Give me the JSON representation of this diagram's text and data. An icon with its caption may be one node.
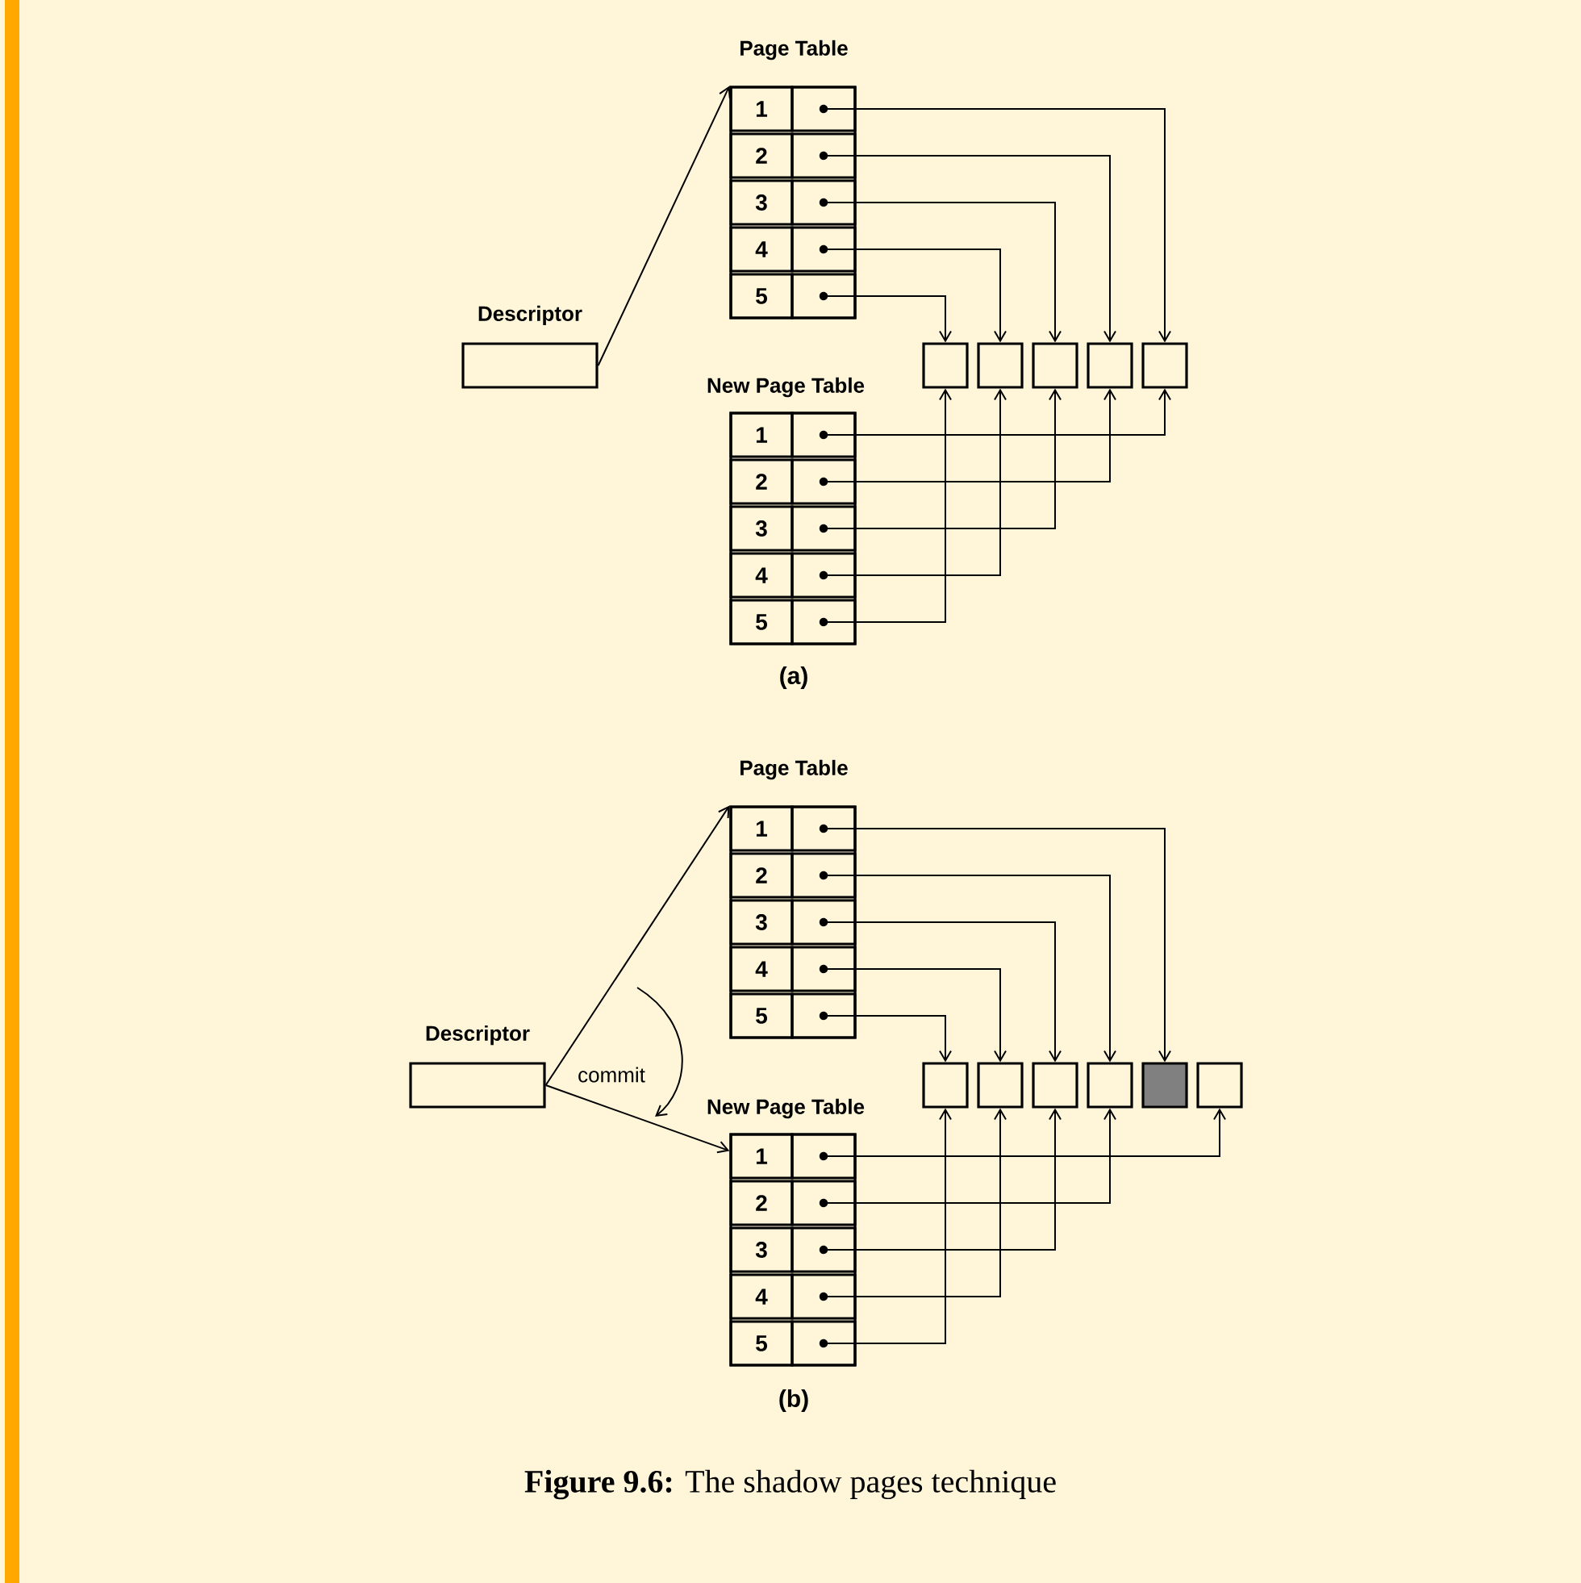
{
  "diagram": {
    "caption": "**Figure 9.6:** The shadow pages technique",
    "nodes": [
      {
        "text": [
          "Page Table"
        ]
      },
      {
        "text": [
          "1"
        ],
        "in": 0
      },
      {
        "text": [],
        "shape": "box",
        "in": 0
      },
      {
        "text": [
          "2"
        ],
        "in": 0
      },
      {
        "text": [],
        "shape": "box",
        "in": 0
      },
      {
        "text": [
          "3"
        ],
        "in": 0
      },
      {
        "text": [],
        "shape": "box",
        "in": 0
      },
      {
        "text": [
          "4"
        ],
        "in": 0
      },
      {
        "text": [],
        "shape": "box",
        "in": 0
      },
      {
        "text": [
          "5"
        ],
        "in": 0
      },
      {
        "text": [],
        "shape": "box",
        "in": 0
      },
      {
        "text": [
          "Descriptor"
        ]
      },
      {
        "text": [],
        "shape": "box"
      },
      {
        "text": [],
        "shape": "box"
      },
      {
        "text": [],
        "shape": "box"
      },
      {
        "text": [],
        "shape": "box"
      },
      {
        "text": [],
        "shape": "box"
      },
      {
        "text": [
          "New Page Table"
        ]
      },
      {
        "text": [
          "1"
        ],
        "in": 17
      },
      {
        "text": [],
        "shape": "box",
        "in": 17
      },
      {
        "text": [
          "2"
        ],
        "in": 17
      },
      {
        "text": [],
        "shape": "box",
        "in": 17
      },
      {
        "text": [
          "3"
        ],
        "in": 17
      },
      {
        "text": [],
        "shape": "box",
        "in": 17
      },
      {
        "text": [
          "4"
        ],
        "in": 17
      },
      {
        "text": [],
        "shape": "box",
        "in": 17
      },
      {
        "text": [
          "5"
        ],
        "in": 17
      },
      {
        "text": [],
        "shape": "box",
        "in": 17
      },
      {
        "text": [
          "Page Table"
        ]
      },
      {
        "text": [
          "1"
        ],
        "in": 28
      },
      {
        "text": [],
        "shape": "box",
        "in": 28
      },
      {
        "text": [
          "2"
        ],
        "in": 28
      },
      {
        "text": [],
        "shape": "box",
        "in": 28
      },
      {
        "text": [
          "3"
        ],
        "in": 28
      },
      {
        "text": [],
        "shape": "box",
        "in": 28
      },
      {
        "text": [
          "4"
        ],
        "in": 28
      },
      {
        "text": [],
        "shape": "box",
        "in": 28
      },
      {
        "text": [
          "5"
        ],
        "in": 28
      },
      {
        "text": [],
        "shape": "box",
        "in": 28
      },
      {
        "text": [
          "Descriptor"
        ]
      },
      {
        "text": [],
        "shape": "box"
      },
      {
        "text": [],
        "shape": "box"
      },
      {
        "text": [],
        "shape": "box"
      },
      {
        "text": [],
        "shape": "box"
      },
      {
        "text": [],
        "shape": "box"
      },
      {
        "text": [],
        "shape": "box"
      },
      {
        "text": [
          "New Page Table"
        ]
      },
      {
        "text": [
          "1"
        ],
        "in": 46
      },
      {
        "text": [],
        "shape": "box",
        "in": 46
      },
      {
        "text": [
          "2"
        ],
        "in": 46
      },
      {
        "text": [],
        "shape": "box",
        "in": 46
      },
      {
        "text": [
          "3"
        ],
        "in": 46
      },
      {
        "text": [],
        "shape": "box",
        "in": 46
      },
      {
        "text": [
          "4"
        ],
        "in": 46
      },
      {
        "text": [],
        "shape": "box",
        "in": 46
      },
      {
        "text": [
          "5"
        ],
        "in": 46
      },
      {
        "text": [],
        "shape": "box",
        "in": 46
      }
    ],
    "edges": [
      {
        "from": 11,
        "to": 0,
        "arrow": "to"
      },
      {
        "from": 2,
        "to": 16,
        "arrow": "to"
      },
      {
        "from": 4,
        "to": 15,
        "arrow": "to"
      },
      {
        "from": 6,
        "to": 14,
        "arrow": "to"
      },
      {
        "from": 8,
        "to": 13,
        "arrow": "to"
      },
      {
        "from": 10,
        "to": 12,
        "arrow": "to"
      },
      {
        "from": 19,
        "to": 16,
        "arrow": "to"
      },
      {
        "from": 21,
        "to": 15,
        "arrow": "to"
      },
      {
        "from": 23,
        "to": 14,
        "arrow": "to"
      },
      {
        "from": 25,
        "to": 13,
        "arrow": "to"
      },
      {
        "from": 27,
        "to": 12,
        "arrow": "to"
      },
      {
        "from": 39,
        "to": 28,
        "arrow": "to"
      },
      {
        "from": 39,
        "to": 46,
        "arrow": "to"
      },
      {
        "from": 30,
        "to": 44,
        "arrow": "to"
      },
      {
        "from": 32,
        "to": 43,
        "arrow": "to"
      },
      {
        "from": 34,
        "to": 42,
        "arrow": "to"
      },
      {
        "from": 36,
        "to": 41,
        "arrow": "to"
      },
      {
        "from": 38,
        "to": 40,
        "arrow": "to"
      },
      {
        "from": 48,
        "to": 45,
        "arrow": "to"
      },
      {
        "from": 50,
        "to": 43,
        "arrow": "to"
      },
      {
        "from": 52,
        "to": 42,
        "arrow": "to"
      },
      {
        "from": 54,
        "to": 41,
        "arrow": "to"
      },
      {
        "from": 56,
        "to": 40,
        "arrow": "to"
      }
    ],
    "labels": [
      "(a)",
      "commit",
      "(b)"
    ]
  }
}
